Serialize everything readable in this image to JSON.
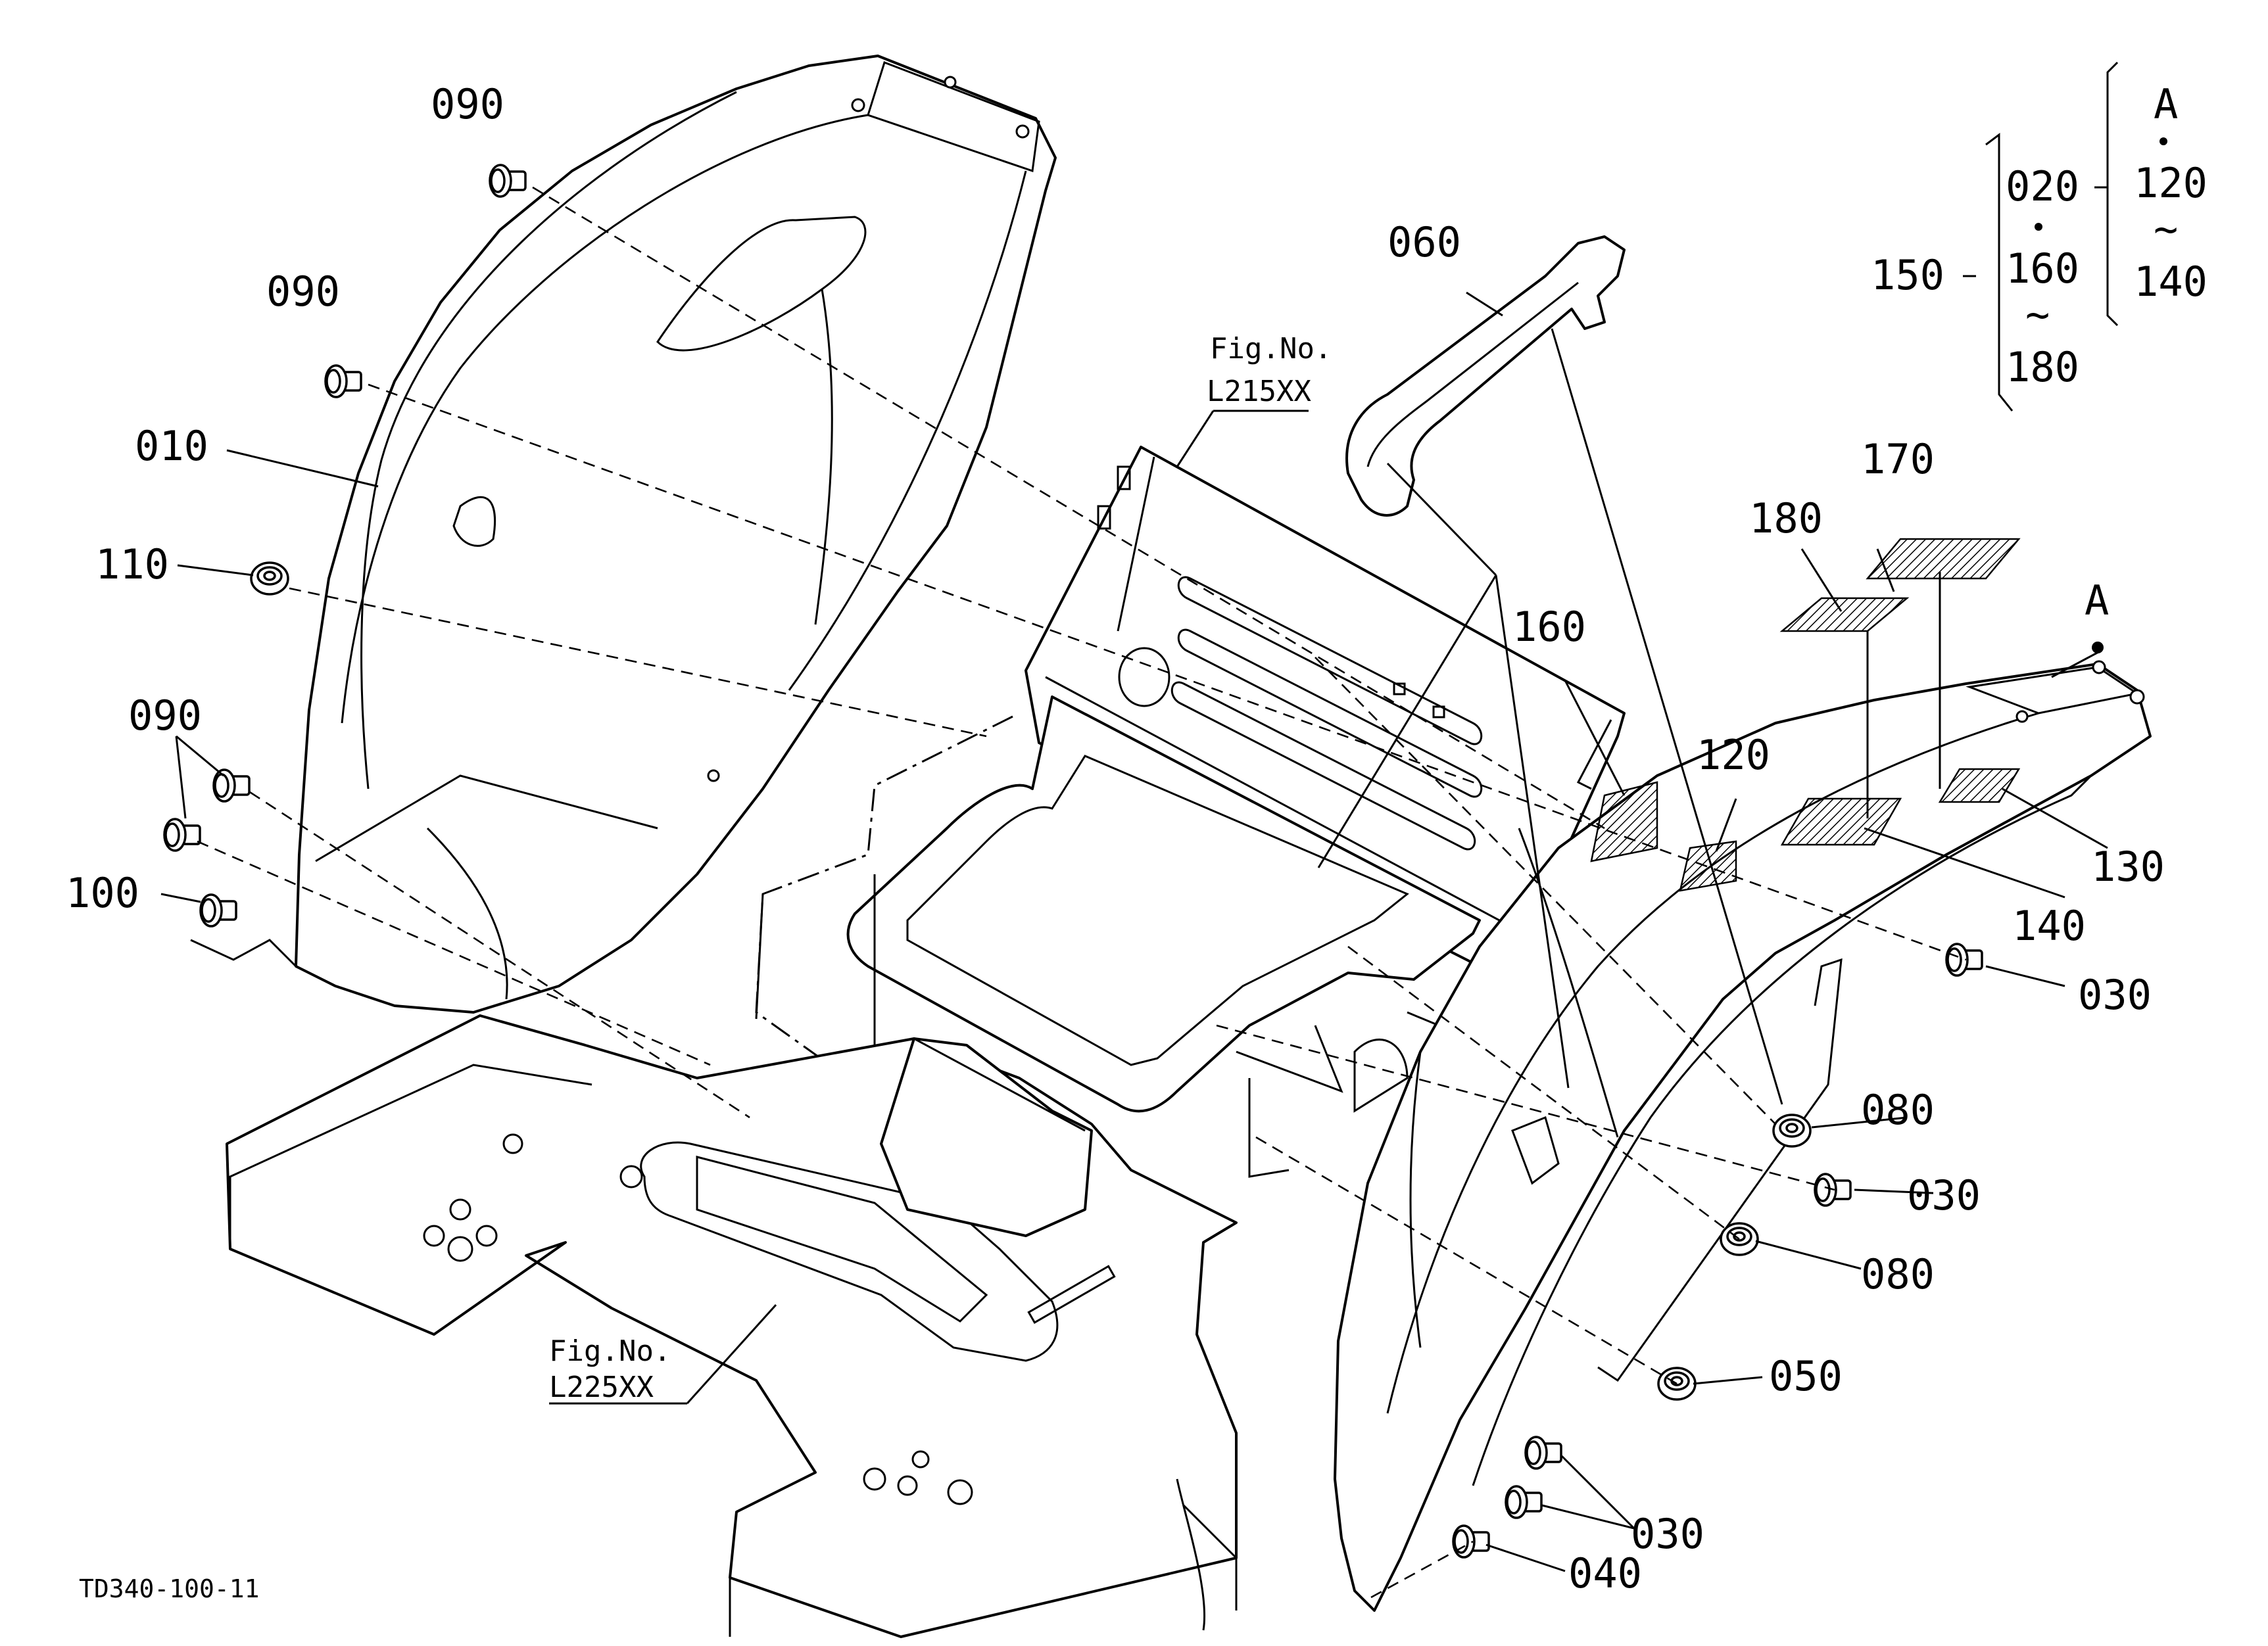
{
  "callouts": {
    "p010": "010",
    "p020": "020",
    "p030a": "030",
    "p030b": "030",
    "p030c": "030",
    "p040": "040",
    "p050": "050",
    "p060": "060",
    "p080a": "080",
    "p080b": "080",
    "p090a": "090",
    "p090b": "090",
    "p090c": "090",
    "p100": "100",
    "p110": "110",
    "p120": "120",
    "p120k": "120",
    "p130": "130",
    "p140": "140",
    "p140k": "140",
    "p150": "150",
    "p160": "160",
    "p160k": "160",
    "p170": "170",
    "p180": "180",
    "p180k": "180",
    "refA": "A",
    "keyA": "A",
    "tilde": "~"
  },
  "figure_refs": {
    "ref1_line1": "Fig.No.",
    "ref1_line2": "L215XX",
    "ref2_line1": "Fig.No.",
    "ref2_line2": "L225XX"
  },
  "drawing_id": "TD340-100-11"
}
